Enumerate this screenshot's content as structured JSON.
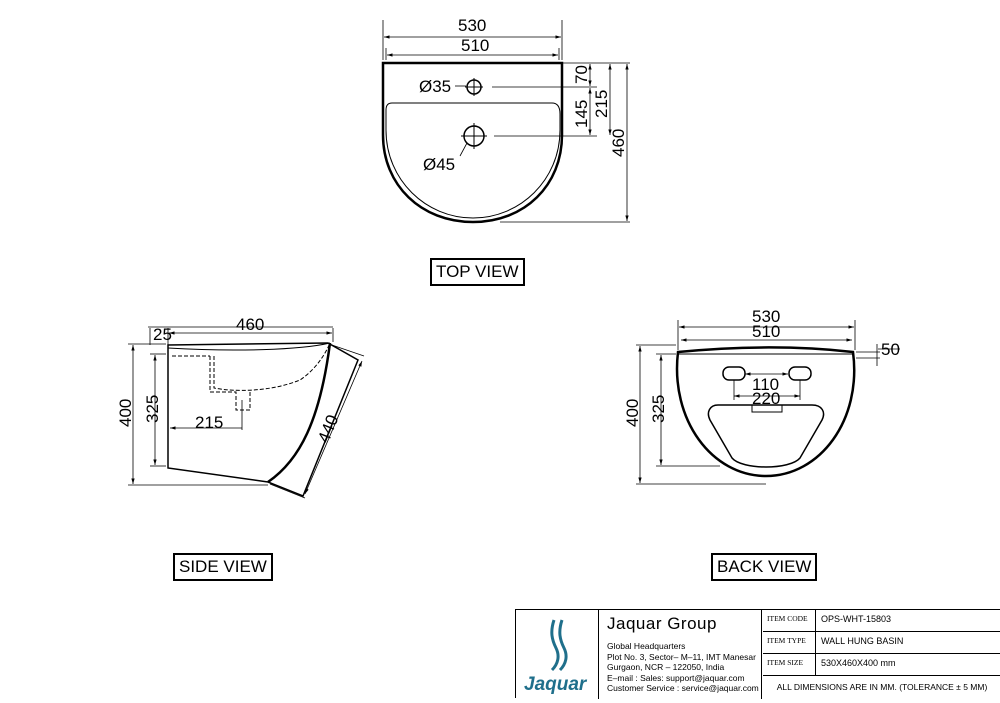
{
  "views": {
    "top": {
      "label": "TOP VIEW",
      "dims": {
        "overall_width": "530",
        "inner_width": "510",
        "tap_hole": "Ø35",
        "waste_hole": "Ø45",
        "tap_offset": "70",
        "waste_offset": "145",
        "waste_from_back": "215",
        "depth": "460"
      }
    },
    "side": {
      "label": "SIDE VIEW",
      "dims": {
        "rim": "25",
        "depth": "460",
        "height": "400",
        "inner_height": "325",
        "waste_offset": "215",
        "diagonal": "440"
      }
    },
    "back": {
      "label": "BACK VIEW",
      "dims": {
        "overall_width": "530",
        "inner_width": "510",
        "rim": "50",
        "bracket_gap": "110",
        "bracket_span": "220",
        "height": "400",
        "inner_height": "325"
      }
    }
  },
  "title_block": {
    "company": "Jaquar Group",
    "hq_lines": [
      "Global Headquarters",
      "Plot No. 3, Sector– M–11, IMT Manesar",
      "Gurgaon, NCR – 122050, India",
      "E–mail : Sales: support@jaquar.com",
      "Customer Service : service@jaquar.com"
    ],
    "brand": "Jaquar",
    "rows": [
      {
        "key": "ITEM CODE",
        "value": "OPS-WHT-15803"
      },
      {
        "key": "ITEM TYPE",
        "value": "WALL HUNG BASIN"
      },
      {
        "key": "ITEM SIZE",
        "value": "530X460X400 mm"
      }
    ],
    "footer": "ALL DIMENSIONS ARE IN MM. (TOLERANCE ± 5 MM)",
    "brand_color": "#1f6f8b"
  }
}
